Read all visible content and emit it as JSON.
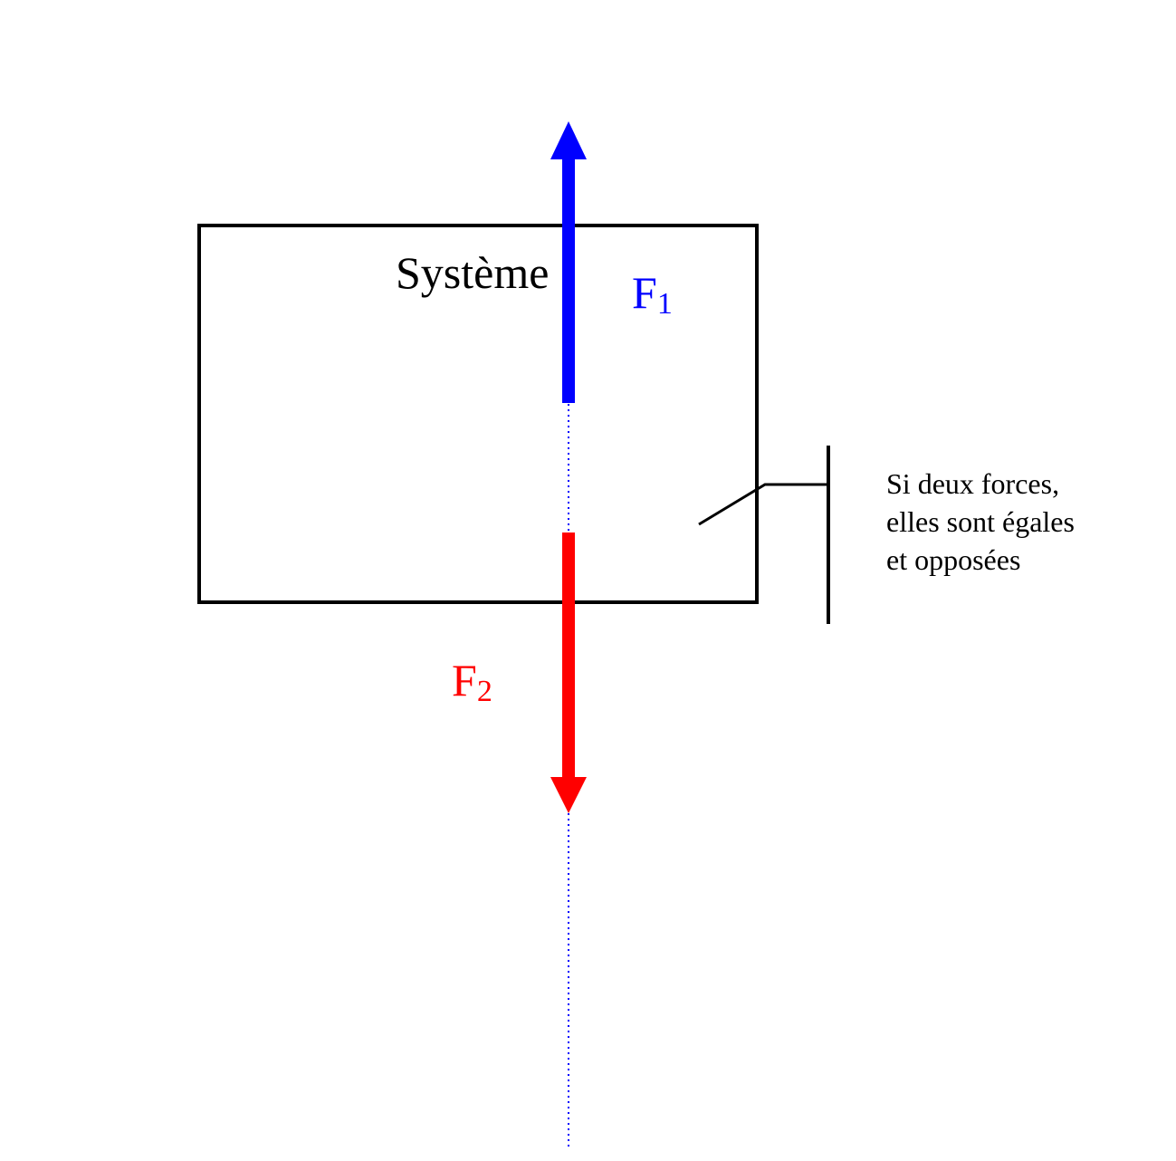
{
  "diagram": {
    "system_label": "Système",
    "force_up": {
      "symbol": "F",
      "subscript": "1",
      "color": "#0000ff"
    },
    "force_down": {
      "symbol": "F",
      "subscript": "2",
      "color": "#ff0000"
    },
    "line_of_action_color": "#0000ff",
    "outline_color": "#000000",
    "annotation": {
      "lines": [
        "Si deux forces,",
        "elles sont égales",
        "et opposées"
      ]
    }
  }
}
